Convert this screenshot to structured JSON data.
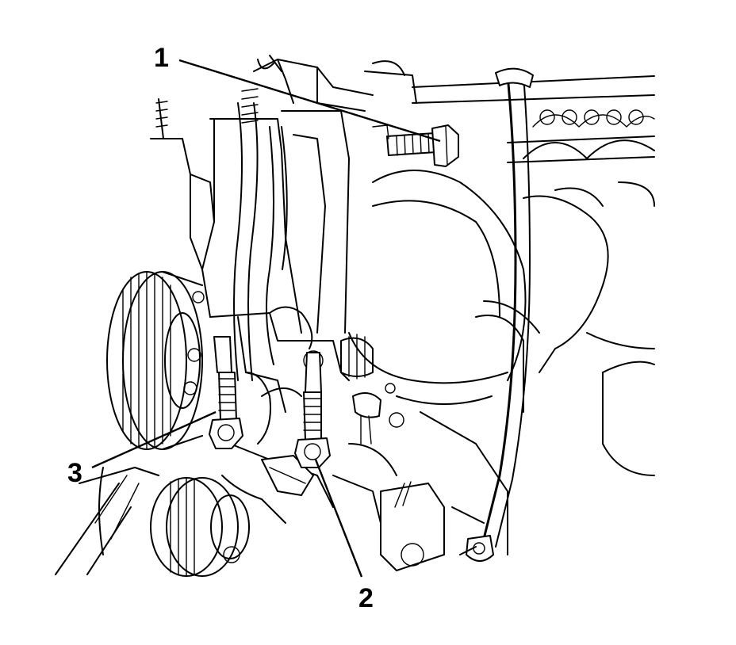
{
  "callouts": [
    {
      "label": "1",
      "ref": "bolt-upper-horizontal"
    },
    {
      "label": "2",
      "ref": "bolt-center-vertical"
    },
    {
      "label": "3",
      "ref": "bolt-left-vertical"
    }
  ],
  "colors": {
    "line": "#000000",
    "background": "#ffffff"
  }
}
